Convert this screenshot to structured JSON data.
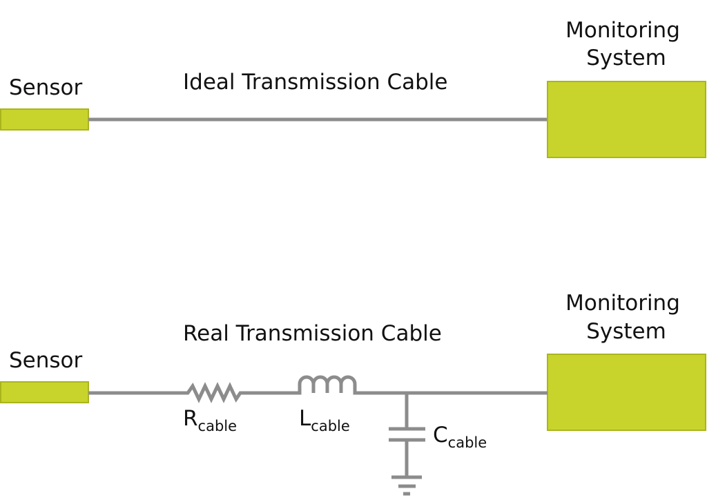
{
  "colors": {
    "block_fill": "#c8d42c",
    "block_stroke": "#a9b51c",
    "wire": "#8c8c8c",
    "text": "#111111"
  },
  "ideal": {
    "sensor_label": "Sensor",
    "cable_label": "Ideal Transmission Cable",
    "monitor_label_line1": "Monitoring",
    "monitor_label_line2": "System"
  },
  "real": {
    "sensor_label": "Sensor",
    "cable_label": "Real Transmission Cable",
    "monitor_label_line1": "Monitoring",
    "monitor_label_line2": "System",
    "resistor": {
      "main": "R",
      "sub": "cable"
    },
    "inductor": {
      "main": "L",
      "sub": "cable"
    },
    "capacitor": {
      "main": "C",
      "sub": "cable"
    }
  }
}
